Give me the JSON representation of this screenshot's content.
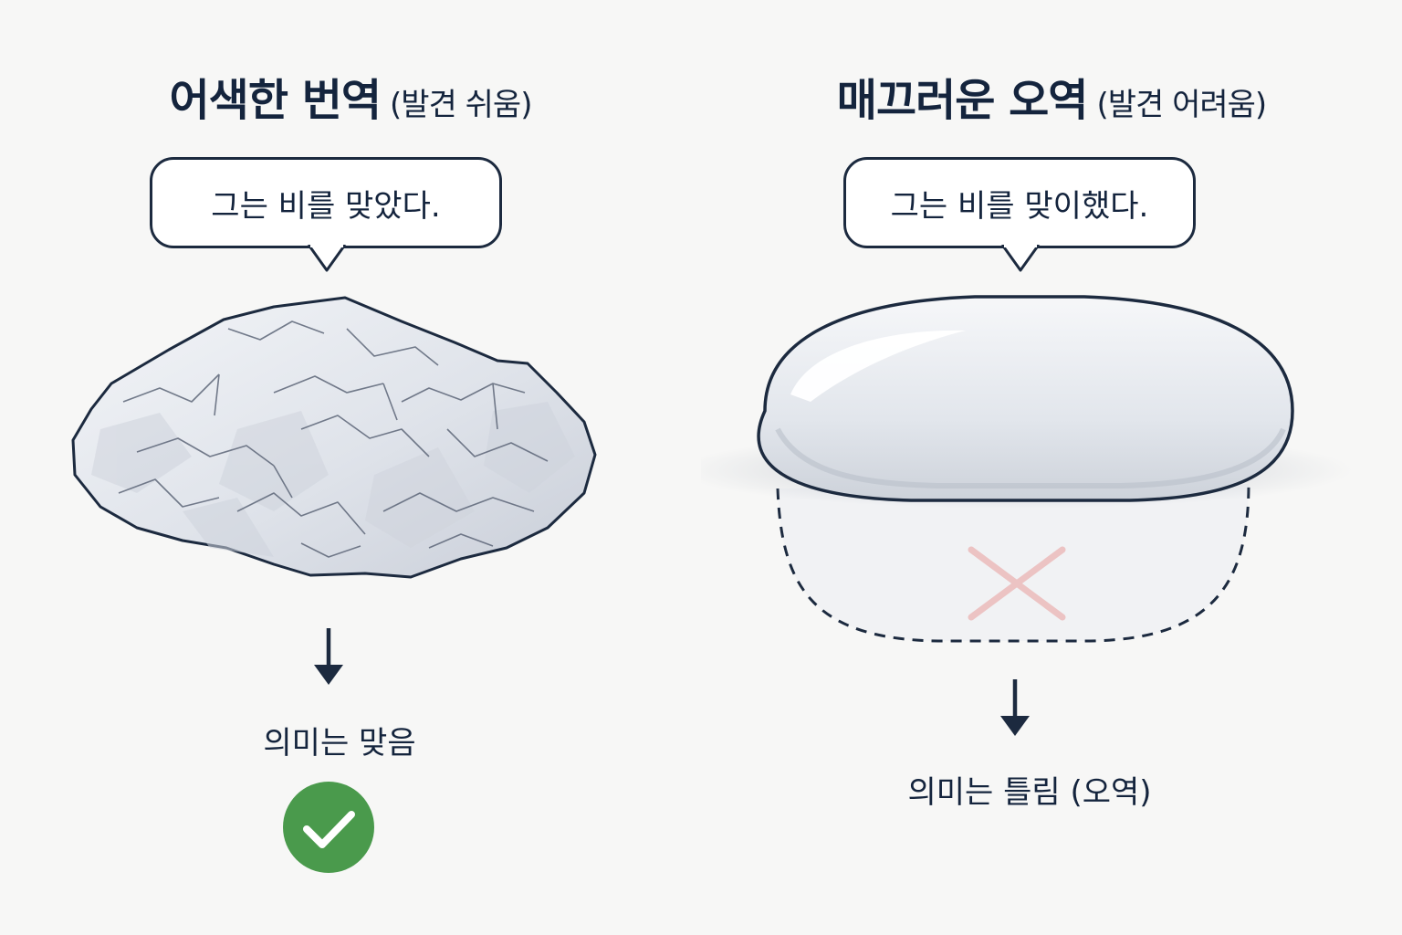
{
  "colors": {
    "ink": "#1c2a3f",
    "background": "#f7f7f6",
    "check_green": "#4a9a4c",
    "cross_pink": "#ecc3c3",
    "stone_fill": "#e6e9ef"
  },
  "left": {
    "title": "어색한 번역",
    "title_note": "(발견 쉬움)",
    "bubble_text": "그는 비를 맞았다.",
    "meaning": "의미는 맞음",
    "result_icon": "check-circle-icon"
  },
  "right": {
    "title": "매끄러운 오역",
    "title_note": "(발견 어려움)",
    "bubble_text": "그는 비를 맞이했다.",
    "meaning": "의미는 틀림 (오역)",
    "result_icon": "cross-icon"
  }
}
